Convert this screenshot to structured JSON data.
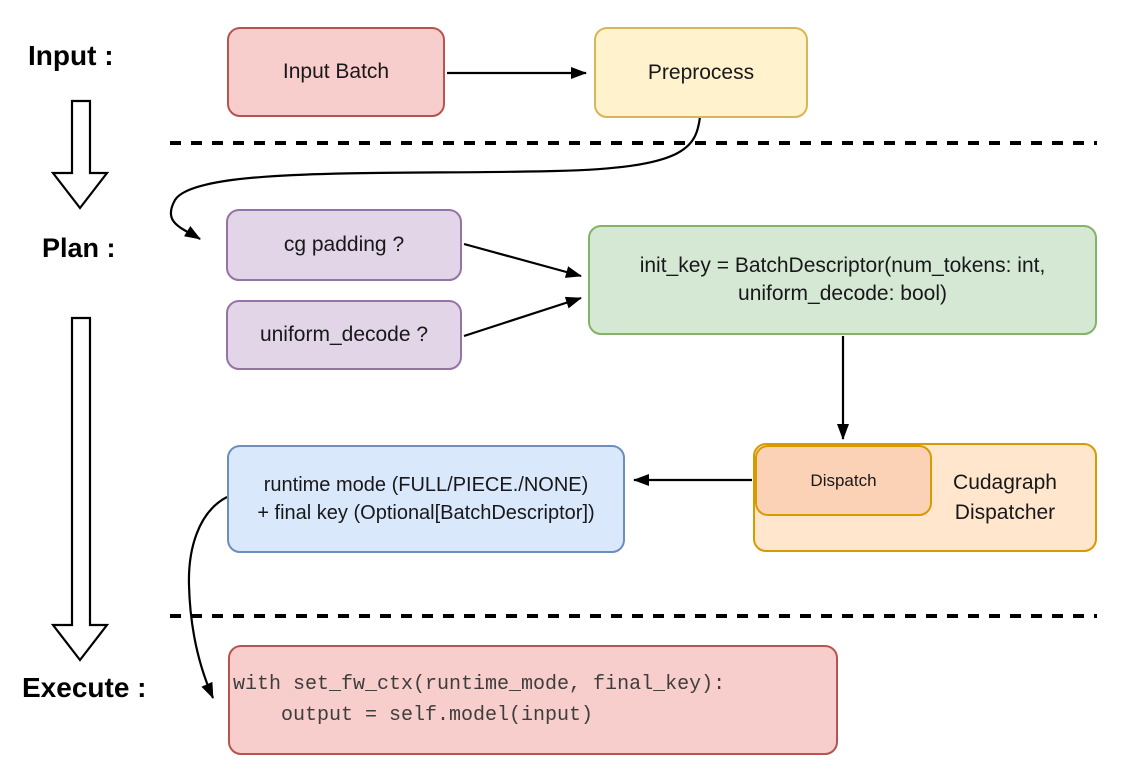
{
  "stages": {
    "input": {
      "label": "Input :"
    },
    "plan": {
      "label": "Plan :"
    },
    "execute": {
      "label": "Execute :"
    }
  },
  "nodes": {
    "input_batch": {
      "label": "Input Batch",
      "fill": "#f8cecc",
      "stroke": "#b85450"
    },
    "preprocess": {
      "label": "Preprocess",
      "fill": "#fff2cc",
      "stroke": "#d6b656"
    },
    "cg_padding": {
      "label": "cg padding ?",
      "fill": "#e1d5e7",
      "stroke": "#9673a6"
    },
    "uniform_decode": {
      "label": "uniform_decode ?",
      "fill": "#e1d5e7",
      "stroke": "#9673a6"
    },
    "init_key": {
      "line1": "init_key = BatchDescriptor(num_tokens: int,",
      "line2": "uniform_decode: bool)",
      "fill": "#d5e8d4",
      "stroke": "#82b366"
    },
    "dispatch": {
      "label": "Dispatch",
      "fill": "#fbd2b6",
      "stroke": "#d79b00"
    },
    "cudagraph_dispatcher": {
      "line1": "Cudagraph",
      "line2": "Dispatcher",
      "fill": "#ffe6cc",
      "stroke": "#d79b00"
    },
    "runtime_mode": {
      "line1": "runtime mode (FULL/PIECE./NONE)",
      "line2": "+ final key (Optional[BatchDescriptor])",
      "fill": "#dae8fc",
      "stroke": "#6c8ebf"
    },
    "execute_code": {
      "line1": "with set_fw_ctx(runtime_mode, final_key):",
      "line2": "    output = self.model(input)",
      "fill": "#f8cecc",
      "stroke": "#b85450"
    }
  },
  "colors": {
    "edge": "#000000",
    "divider": "#000000",
    "stage_label_text": "#000000",
    "node_text": "#18181a",
    "code_text": "#3d3d3d",
    "background": "#ffffff"
  }
}
